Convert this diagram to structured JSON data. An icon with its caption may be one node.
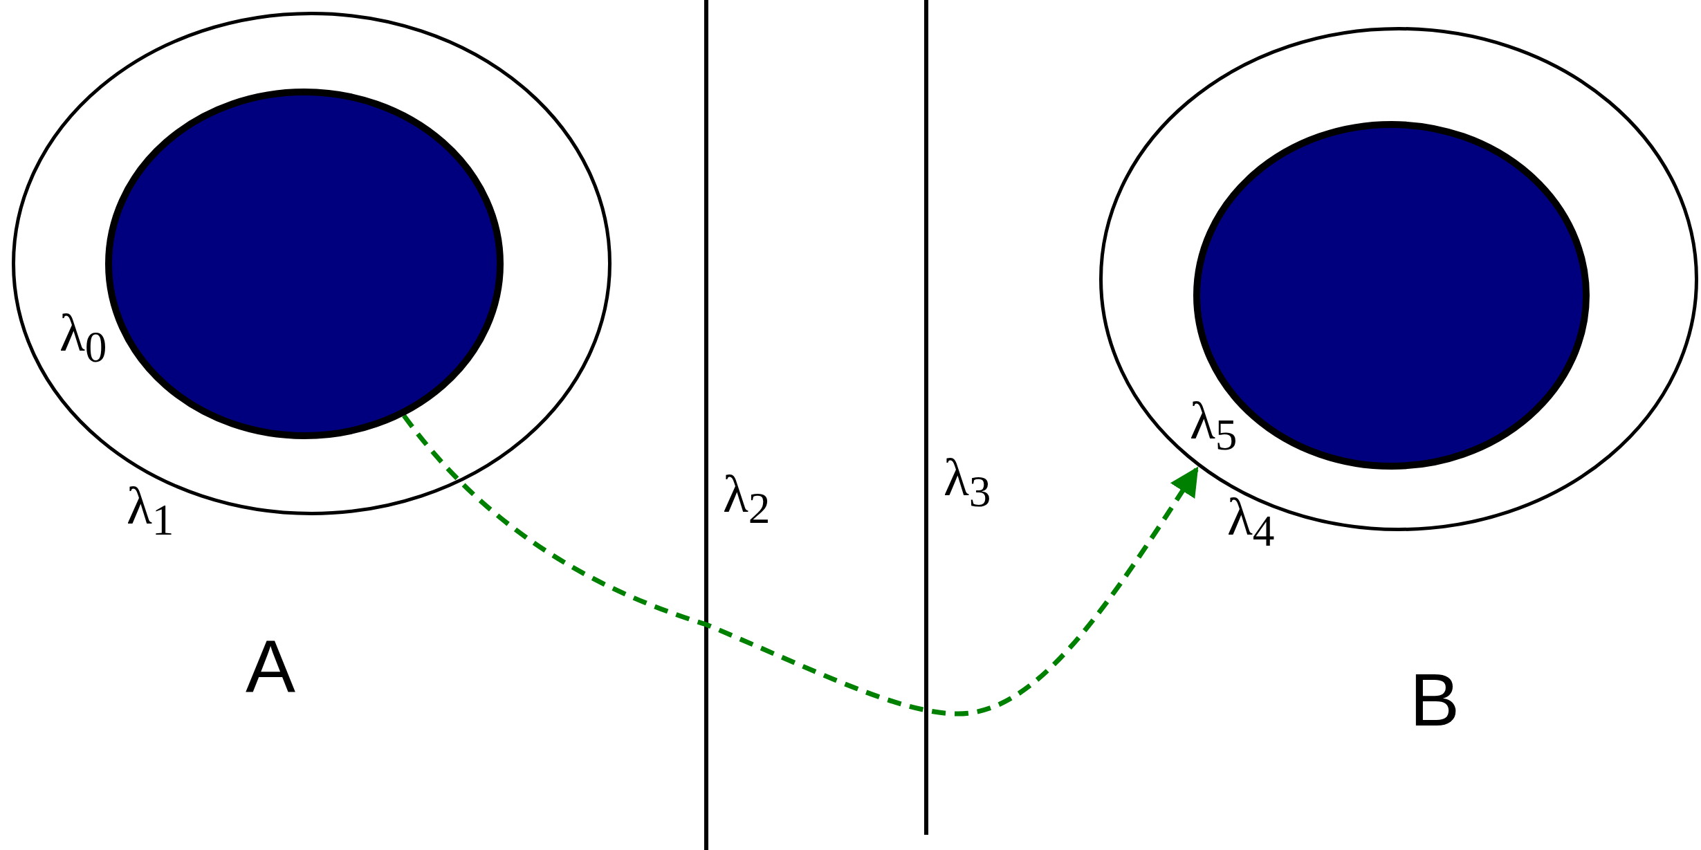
{
  "diagram": {
    "nodes": [
      {
        "text": [
          "λ$_{1}$"
        ]
      },
      {
        "text": [
          "λ$_{0}$"
        ],
        "in": 0
      },
      {
        "text": [
          "λ$_{4}$"
        ]
      },
      {
        "text": [
          "λ$_{5}$"
        ],
        "in": 2
      }
    ],
    "edges": [
      {
        "from": 1,
        "to": 2,
        "arrow": "to",
        "style": "dashed",
        "color": "#008000"
      }
    ],
    "labels": [
      "λ$_{2}$",
      "λ$_{3}$",
      "A",
      "B"
    ]
  }
}
